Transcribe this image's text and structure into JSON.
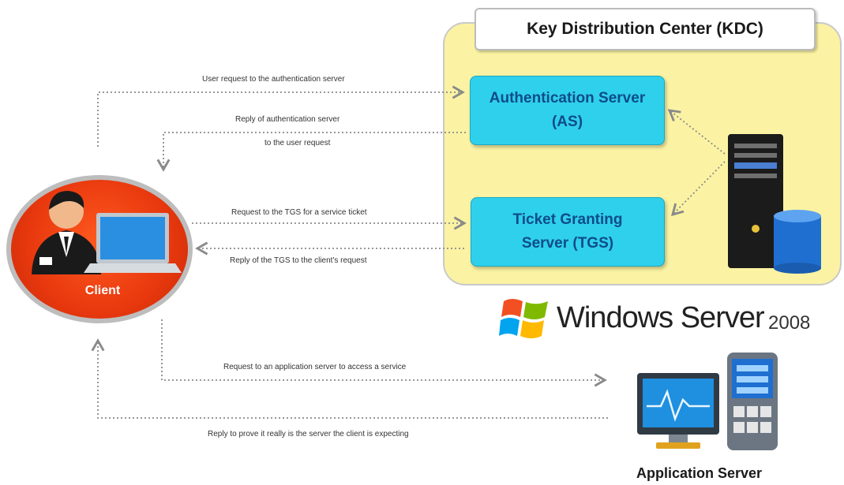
{
  "kdc": {
    "title": "Key Distribution Center (KDC)"
  },
  "authentication_server": {
    "line1": "Authentication Server",
    "line2": "(AS)"
  },
  "tgs": {
    "line1": "Ticket Granting",
    "line2": "Server (TGS)"
  },
  "client": {
    "label": "Client"
  },
  "application_server": {
    "label": "Application Server"
  },
  "brand": {
    "name": "Windows Server",
    "version": "2008"
  },
  "messages": {
    "user_request": "User request to the authentication server",
    "as_reply_line1": "Reply of authentication server",
    "as_reply_line2": "to the user request",
    "tgs_request": "Request to the TGS for a service ticket",
    "tgs_reply": "Reply of the TGS to the client's request",
    "app_request": "Request to an application server to access a service",
    "app_reply": "Reply to prove it really is the server the client is expecting"
  },
  "colors": {
    "kdc_fill": "#fbf3a3",
    "server_box_fill": "#2fd0ec",
    "server_box_text": "#0e4c8a",
    "client_fill": "#e8380e",
    "arrow": "#8a8a8a"
  },
  "icons": [
    "person-icon",
    "laptop-icon",
    "tower-server-icon",
    "database-icon",
    "windows-logo-icon",
    "monitor-icon",
    "phone-device-icon"
  ]
}
